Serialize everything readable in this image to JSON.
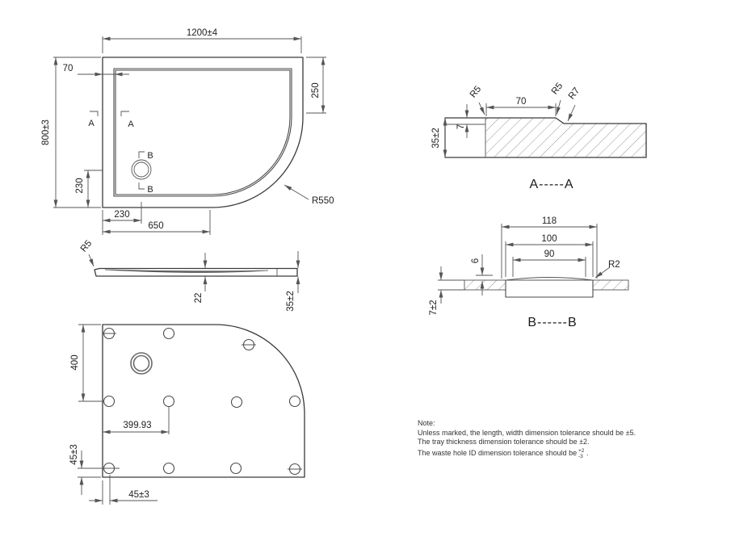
{
  "plan_view": {
    "dim_width": "1200±4",
    "dim_height": "800±3",
    "dim_rim_width": "70",
    "dim_right_straight": "250",
    "dim_drain_from_bottom": "230",
    "dim_drain_from_left": "230",
    "dim_bottom_straight": "650",
    "dim_corner_radius": "R550",
    "marker_a_left": "A",
    "marker_a_right": "A",
    "marker_b_top": "B",
    "marker_b_bottom": "B"
  },
  "section_aa": {
    "label": "A-----A",
    "dim_rim": "70",
    "dim_step": "7",
    "dim_thickness": "35±2",
    "radius_left": "R5",
    "radius_right_inner": "R5",
    "radius_right_outer": "R7"
  },
  "side_view": {
    "radius_edge": "R5",
    "dim_center_thickness": "22",
    "dim_edge_height": "35±2"
  },
  "section_bb": {
    "label": "B------B",
    "dim_opening": "118",
    "dim_mid": "100",
    "dim_inner": "90",
    "dim_dome_height": "6",
    "dim_floor_thickness": "7±2",
    "radius_corner": "R2"
  },
  "bottom_view": {
    "dim_row_offset": "400",
    "dim_hole_offset": "399.93",
    "dim_edge_left": "45±3",
    "dim_edge_bottom": "45±3"
  },
  "note": {
    "title": "Note:",
    "line1": "Unless marked, the length, width dimension tolerance should be ±5.",
    "line2": "The tray thickness dimension tolerance should be ±2.",
    "line3": "The waste hole ID dimension tolerance should be",
    "tol_plus": "+2",
    "tol_minus": "-3",
    "line3_end": "."
  }
}
